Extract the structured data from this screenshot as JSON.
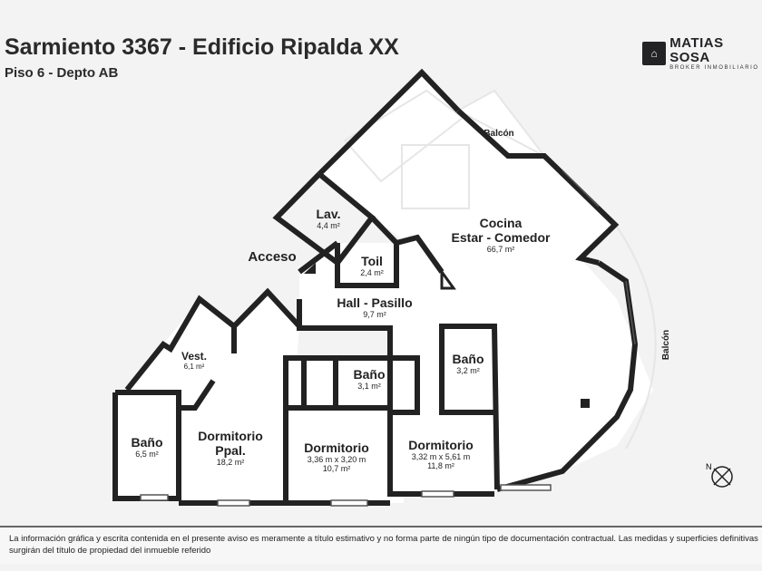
{
  "header": {
    "title": "Sarmiento 3367 - Edificio Ripalda XX",
    "subtitle": "Piso 6 - Depto AB"
  },
  "logo": {
    "name": "MATIAS SOSA",
    "tagline": "BROKER INMOBILIARIO"
  },
  "plan": {
    "access_label": "Acceso",
    "balconies": [
      "Balcón",
      "Balcón"
    ],
    "rooms": [
      {
        "name": "Lav.",
        "area": "4,4 m²"
      },
      {
        "name": "Toil",
        "area": "2,4 m²"
      },
      {
        "name": "Cocina\nEstar - Comedor",
        "line1": "Cocina",
        "line2": "Estar - Comedor",
        "area": "66,7 m²"
      },
      {
        "name": "Hall - Pasillo",
        "area": "9,7 m²"
      },
      {
        "name": "Vest.",
        "area": "6,1 m²"
      },
      {
        "name": "Baño",
        "area": "3,2 m²"
      },
      {
        "name": "Baño",
        "area": "3,1 m²"
      },
      {
        "name": "Baño",
        "area": "6,5 m²"
      },
      {
        "name": "Dormitorio",
        "line2": "Ppal.",
        "area": "18,2 m²"
      },
      {
        "name": "Dormitorio",
        "dims": "3,36 m x 3,20 m",
        "area": "10,7 m²"
      },
      {
        "name": "Dormitorio",
        "dims": "3,32 m x 5,61 m",
        "area": "11,8 m²"
      }
    ],
    "compass": "N"
  },
  "footer": {
    "disclaimer_line1": "La información gráfica y escrita contenida en el presente aviso es meramente a título estimativo y no forma parte de ningún tipo de documentación contractual. Las medidas y superficies definitivas",
    "disclaimer_line2": "surgirán del título de propiedad del inmueble referido"
  }
}
